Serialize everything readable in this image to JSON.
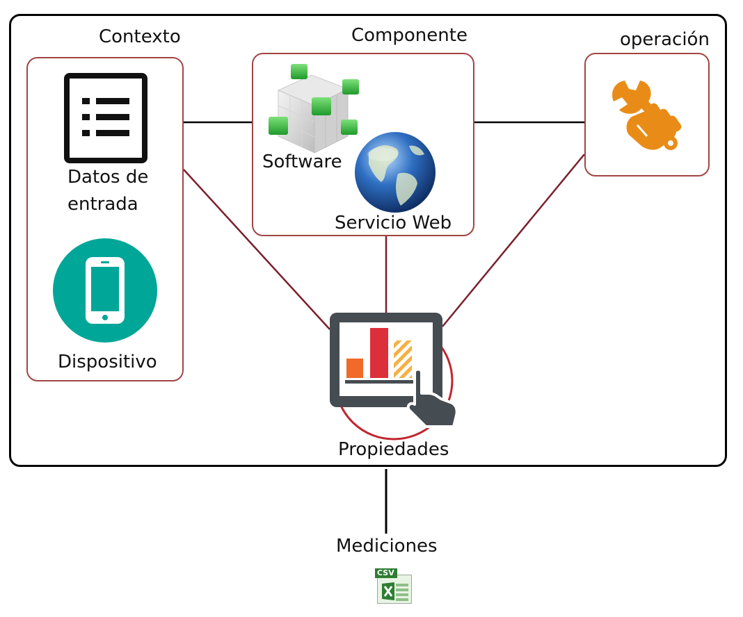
{
  "groups": {
    "contexto": "Contexto",
    "componente": "Componente",
    "operacion": "operación"
  },
  "items": {
    "datos_entrada_line1": "Datos de",
    "datos_entrada_line2": "entrada",
    "dispositivo": "Dispositivo",
    "software": "Software",
    "servicio_web": "Servicio Web",
    "propiedades": "Propiedades",
    "mediciones": "Mediciones",
    "csv_badge": "CSV"
  },
  "colors": {
    "outer_border": "#000000",
    "group_border": "#a14444",
    "connector": "#7a1f2b",
    "device_teal": "#00a697",
    "wrench_orange": "#e98c17",
    "bar_orange": "#f06a2a",
    "bar_red": "#dc2f3b",
    "bar_yellow": "#f6b042",
    "tablet_dark": "#454c52",
    "csv_green": "#2e7d32"
  },
  "icons": {
    "datos_entrada": "list-document-icon",
    "dispositivo": "smartphone-icon",
    "software": "cubes-icon",
    "servicio_web": "globe-icon",
    "operacion": "wrench-hand-icon",
    "propiedades": "tablet-chart-icon",
    "mediciones": "csv-file-icon"
  }
}
